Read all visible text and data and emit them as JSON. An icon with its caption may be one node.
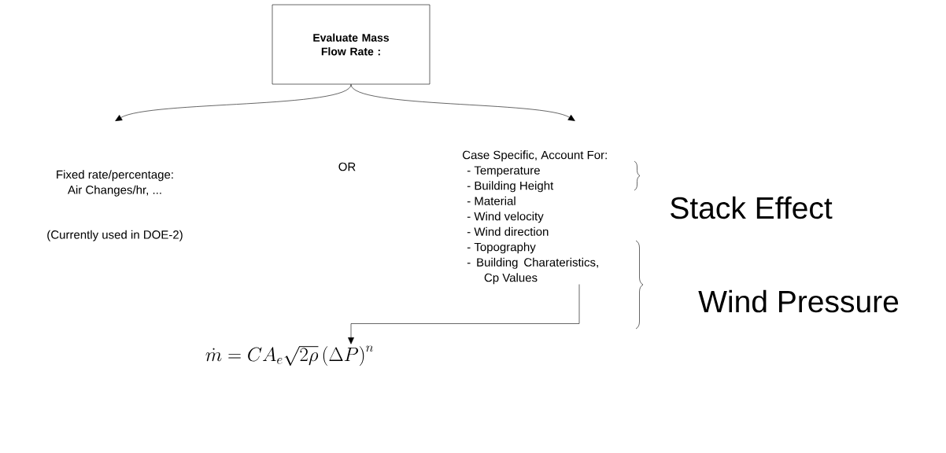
{
  "diagram": {
    "nodes": [
      {
        "text": [
          "Evaluate Mass Flow Rate :"
        ]
      },
      {
        "text": [
          "Fixed rate/percentage: Air Changes/hr, ...",
          "(Currently used in DOE-2)"
        ]
      },
      {
        "text": [
          "Case Specific, Account For:",
          "- Temperature",
          "- Building Height",
          "- Material",
          "- Wind velocity",
          "- Wind direction",
          "- Topography",
          "- Building Charateristics, Cp Values"
        ]
      },
      {
        "text": [
          "\\dot{m} = CA_e\\sqrt{2\\rho}\\left(\\Delta P\\right)^n"
        ]
      }
    ],
    "edges": [
      {
        "from": 0,
        "to": 1,
        "arrow": "to"
      },
      {
        "from": 0,
        "to": 2,
        "arrow": "to"
      },
      {
        "from": 2,
        "to": 3,
        "arrow": "to"
      }
    ],
    "labels": [
      "OR",
      "Stack Effect",
      "Wind Pressure"
    ]
  }
}
